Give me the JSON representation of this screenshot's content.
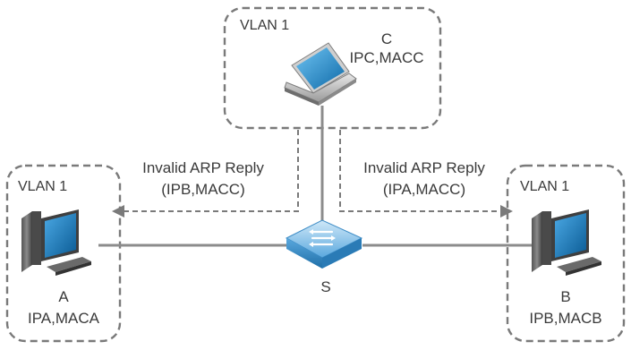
{
  "vlans": {
    "top": "VLAN 1",
    "left": "VLAN 1",
    "right": "VLAN 1"
  },
  "hosts": {
    "c": {
      "name": "C",
      "addr": "IPC,MACC"
    },
    "a": {
      "name": "A",
      "addr": "IPA,MACA"
    },
    "b": {
      "name": "B",
      "addr": "IPB,MACB"
    }
  },
  "switch": {
    "name": "S"
  },
  "replies": {
    "left": {
      "title": "Invalid ARP Reply",
      "payload": "(IPB,MACC)"
    },
    "right": {
      "title": "Invalid ARP Reply",
      "payload": "(IPA,MACC)"
    }
  },
  "colors": {
    "dashed_border": "#7a7a7a",
    "link": "#8c8c8c",
    "device_blue": "#1b7fc2",
    "switch_blue": "#5aa8de"
  }
}
